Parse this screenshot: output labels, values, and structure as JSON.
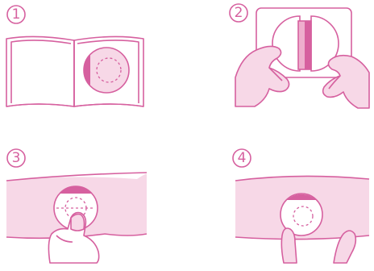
{
  "steps": [
    {
      "number": "1"
    },
    {
      "number": "2"
    },
    {
      "number": "3"
    },
    {
      "number": "4"
    }
  ],
  "colors": {
    "stroke": "#d6609f",
    "fill_light": "#f7d8e7",
    "fill_mid": "#eeaecd",
    "fill_dark": "#d6609f",
    "background": "#ffffff"
  }
}
